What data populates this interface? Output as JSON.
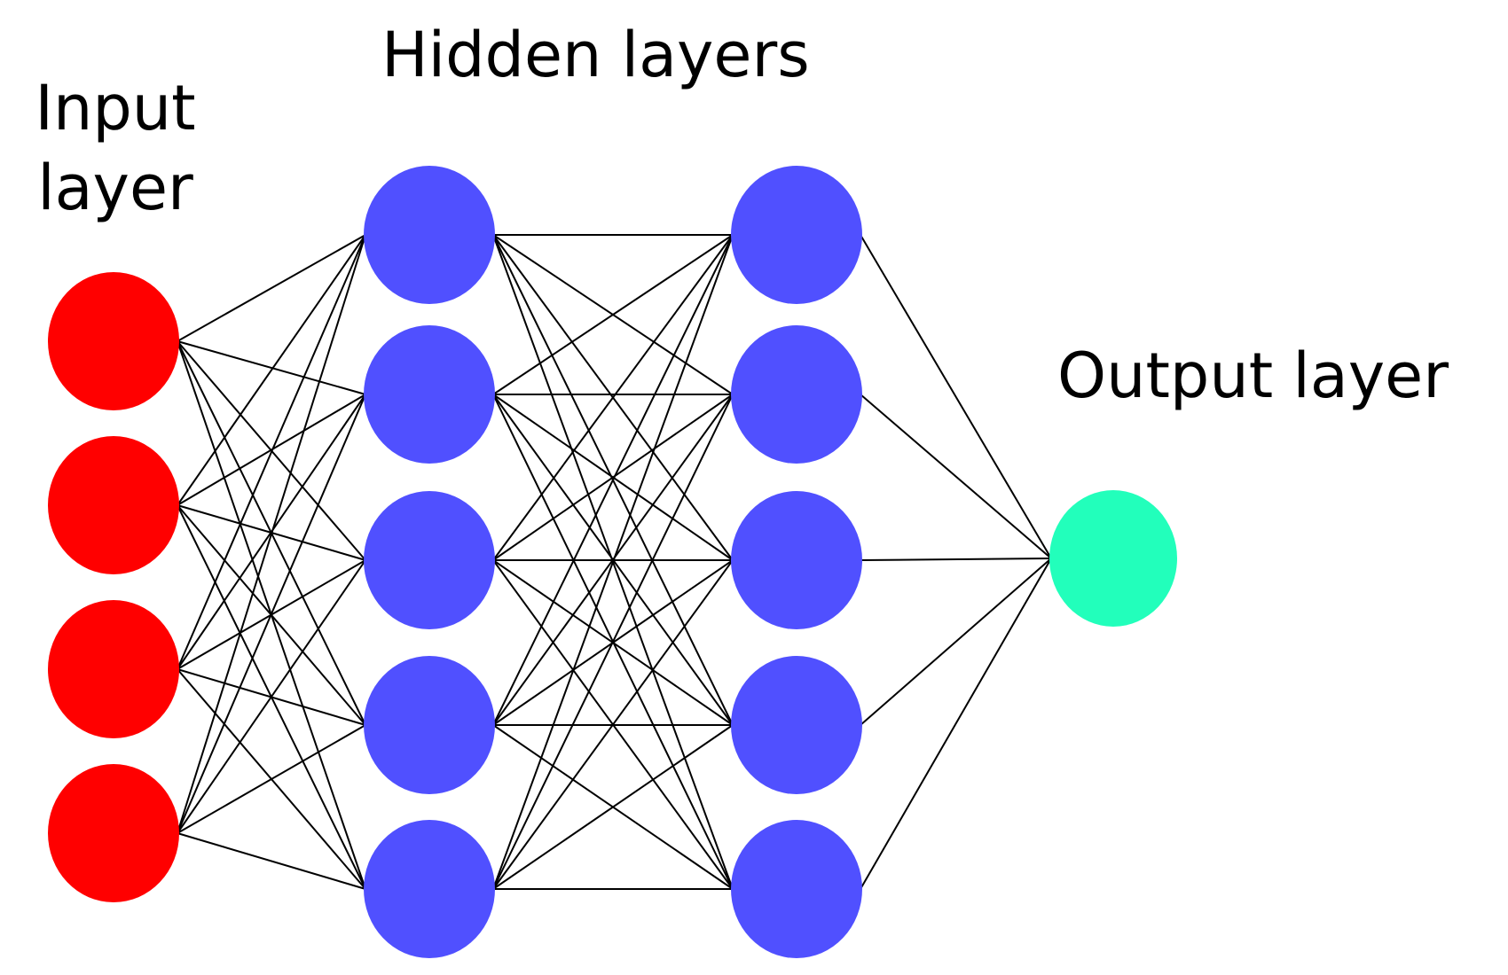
{
  "labels": {
    "input_line1": "Input",
    "input_line2": "layer",
    "hidden": "Hidden layers",
    "output": "Output layer"
  },
  "network": {
    "layers": [
      {
        "name": "input",
        "nodes": 4
      },
      {
        "name": "hidden-1",
        "nodes": 5
      },
      {
        "name": "hidden-2",
        "nodes": 5
      },
      {
        "name": "output",
        "nodes": 1
      }
    ],
    "connectivity": "fully-connected"
  },
  "colors": {
    "input": "#ff0000",
    "hidden": "#5050ff",
    "output": "#22ffbb",
    "edge": "#000000",
    "background": "#ffffff"
  }
}
